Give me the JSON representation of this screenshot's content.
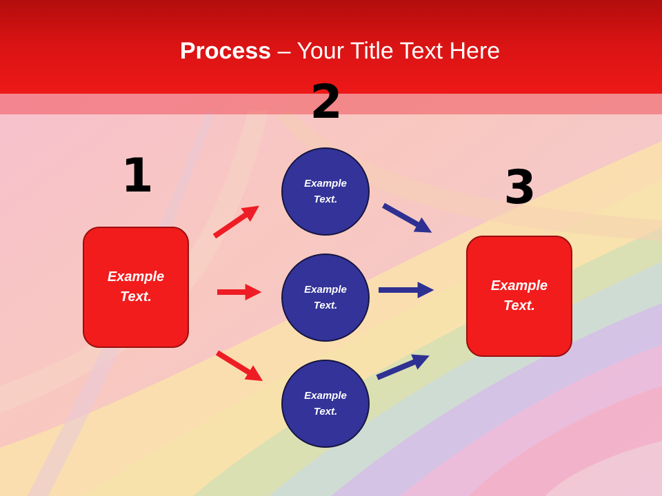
{
  "slide": {
    "title_bold": "Process",
    "title_rest": " – Your Title Text Here"
  },
  "steps": {
    "one": "1",
    "two": "2",
    "three": "3"
  },
  "nodes": {
    "left_box": "Example\nText.",
    "circle_top": "Example\nText.",
    "circle_middle": "Example\nText.",
    "circle_bottom": "Example\nText.",
    "right_box": "Example\nText."
  },
  "colors": {
    "title_bar": "#d81313",
    "box_fill": "#f21c1c",
    "circle_fill": "#333399",
    "red_arrow": "#ee1c24",
    "blue_arrow": "#2e3192"
  }
}
